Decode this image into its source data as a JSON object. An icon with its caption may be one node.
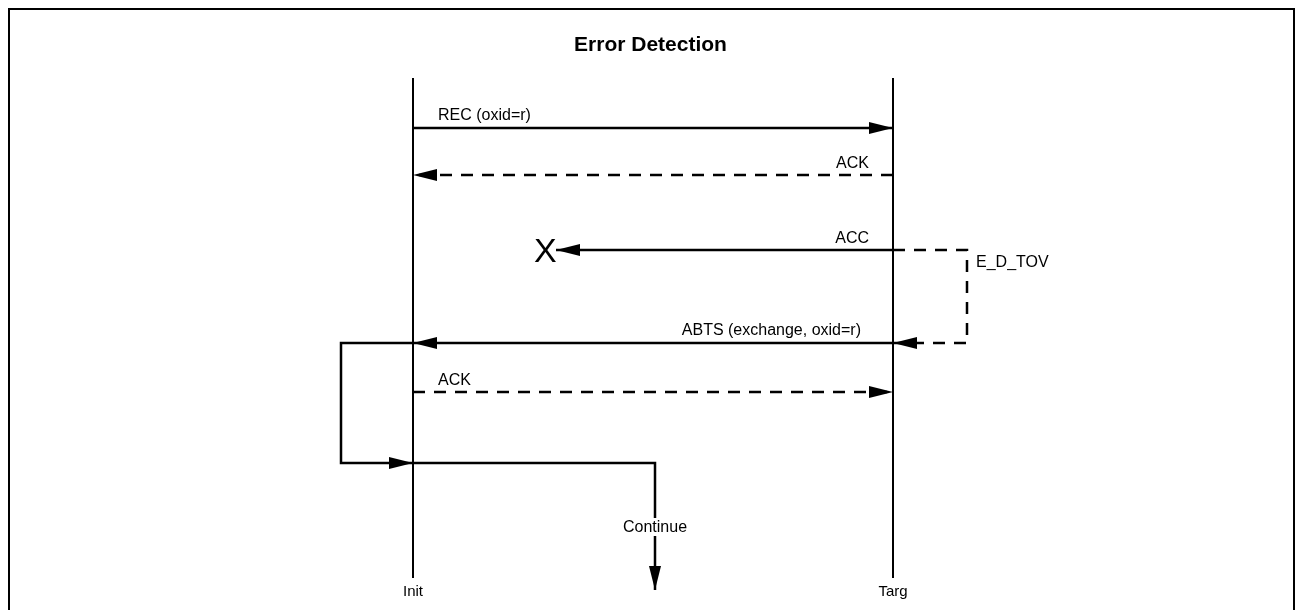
{
  "diagram": {
    "title": "Error Detection",
    "nodes": [
      {
        "text": [
          "Init"
        ]
      },
      {
        "text": [
          "Targ"
        ]
      },
      {
        "text": [
          "X"
        ]
      }
    ],
    "edges": [
      {
        "from": 0,
        "to": 1,
        "arrow": "to",
        "label": "REC (oxid=r)"
      },
      {
        "from": 1,
        "to": 0,
        "arrow": "to",
        "label": "ACK",
        "style": "dashed"
      },
      {
        "from": 1,
        "to": 2,
        "arrow": "to",
        "label": "ACC"
      },
      {
        "from": 1,
        "to": 1,
        "arrow": "to",
        "label": "E_D_TOV",
        "style": "dashed"
      },
      {
        "from": 1,
        "to": 0,
        "arrow": "to",
        "label": "ABTS (exchange, oxid=r)"
      },
      {
        "from": 0,
        "to": 1,
        "arrow": "to",
        "label": "ACK",
        "style": "dashed"
      },
      {
        "from": 0,
        "to": 0,
        "arrow": "to"
      },
      {
        "from": 0,
        "to": null,
        "arrow": "to",
        "label": "Continue"
      }
    ]
  }
}
